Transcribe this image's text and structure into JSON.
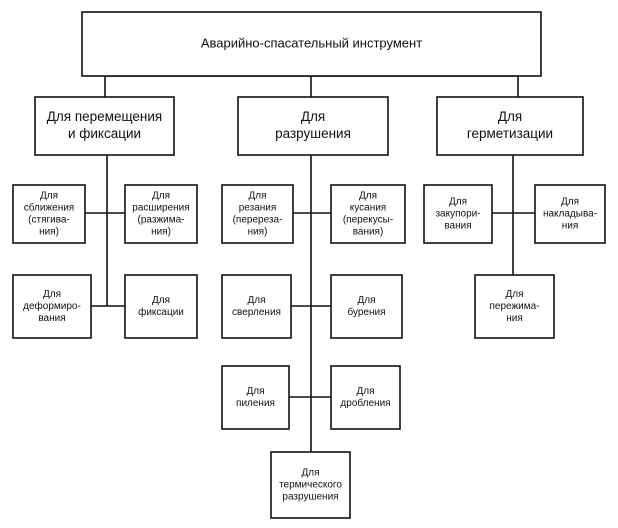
{
  "root": "Аварийно-спасательный инструмент",
  "categories": [
    {
      "lines": [
        "Для перемещения",
        "и фиксации"
      ],
      "children": [
        [
          "Для",
          "сближения",
          "(стягива-",
          "ния)"
        ],
        [
          "Для",
          "расширения",
          "(разжима-",
          "ния)"
        ],
        [
          "Для",
          "деформиро-",
          "вания"
        ],
        [
          "Для",
          "фиксации"
        ]
      ]
    },
    {
      "lines": [
        "Для",
        "разрушения"
      ],
      "children": [
        [
          "Для",
          "резания",
          "(перереза-",
          "ния)"
        ],
        [
          "Для",
          "кусания",
          "(перекусы-",
          "вания)"
        ],
        [
          "Для",
          "сверления"
        ],
        [
          "Для",
          "бурения"
        ],
        [
          "Для",
          "пиления"
        ],
        [
          "Для",
          "дробления"
        ],
        [
          "Для",
          "термического",
          "разрушения"
        ]
      ]
    },
    {
      "lines": [
        "Для",
        "герметизации"
      ],
      "children": [
        [
          "Для",
          "закупори-",
          "вания"
        ],
        [
          "Для",
          "накладыва-",
          "ния"
        ],
        [
          "Для",
          "пережима-",
          "ния"
        ]
      ]
    }
  ]
}
